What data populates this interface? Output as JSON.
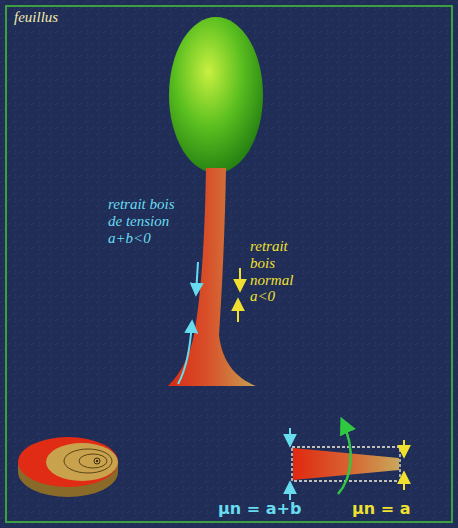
{
  "diagram": {
    "title": "feuillus",
    "labels": [
      "retrait bois de tension a+b<0",
      "retrait bois normal a<0",
      "μn = a+b",
      "μn = a"
    ]
  }
}
